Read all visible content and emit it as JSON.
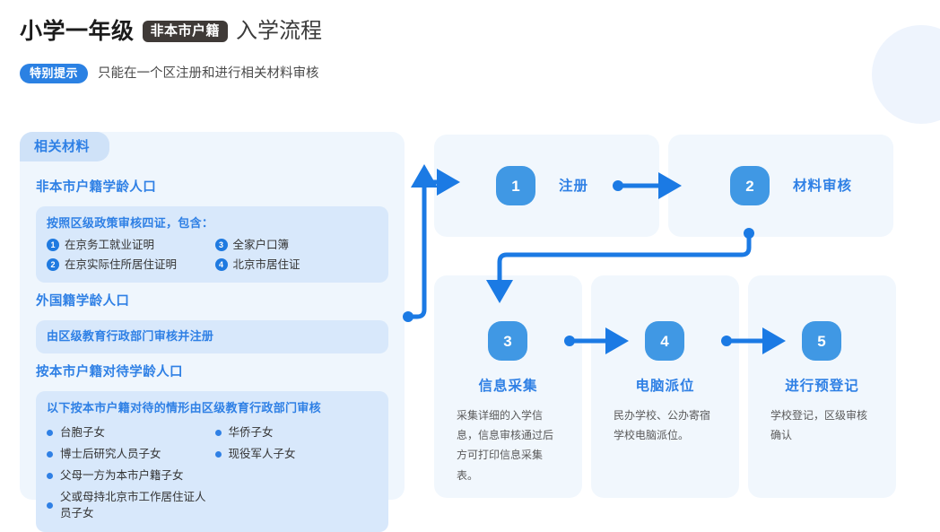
{
  "header": {
    "title_main": "小学一年级",
    "title_badge": "非本市户籍",
    "title_tail": "入学流程",
    "tip_badge": "特别提示",
    "tip_text": "只能在一个区注册和进行相关材料审核"
  },
  "materials": {
    "tab_label": "相关材料",
    "sections": [
      {
        "title": "非本市户籍学龄人口",
        "box_title": "按照区级政策审核四证，包含：",
        "items": [
          {
            "num": "1",
            "text": "在京务工就业证明"
          },
          {
            "num": "2",
            "text": "在京实际住所居住证明"
          },
          {
            "num": "3",
            "text": "全家户口簿"
          },
          {
            "num": "4",
            "text": "北京市居住证"
          }
        ]
      },
      {
        "title": "外国籍学龄人口",
        "box_line": "由区级教育行政部门审核并注册"
      },
      {
        "title": "按本市户籍对待学龄人口",
        "box_title": "以下按本市户籍对待的情形由区级教育行政部门审核",
        "bullets_left": [
          "台胞子女",
          "博士后研究人员子女",
          "父母一方为本市户籍子女",
          "父或母持北京市工作居住证人员子女"
        ],
        "bullets_right": [
          "华侨子女",
          "现役军人子女"
        ]
      }
    ]
  },
  "flow": {
    "steps": [
      {
        "number": "1",
        "label": "注册",
        "desc": ""
      },
      {
        "number": "2",
        "label": "材料审核",
        "desc": ""
      },
      {
        "number": "3",
        "label": "信息采集",
        "desc": "采集详细的入学信息，信息审核通过后方可打印信息采集表。"
      },
      {
        "number": "4",
        "label": "电脑派位",
        "desc": "民办学校、公办寄宿学校电脑派位。"
      },
      {
        "number": "5",
        "label": "进行预登记",
        "desc": "学校登记，区级审核确认"
      }
    ]
  },
  "colors": {
    "accent_blue": "#2f80e5",
    "badge_blue": "#4098e4",
    "arrow_blue": "#1b7ae4",
    "panel_bg": "#eff6fd",
    "inner_box_bg": "#d8e8fb",
    "card_bg": "#f1f7fd",
    "tab_bg": "#cfe2f8",
    "title_badge_bg": "#3f3a37",
    "deco_circle": "#eef4fd"
  }
}
